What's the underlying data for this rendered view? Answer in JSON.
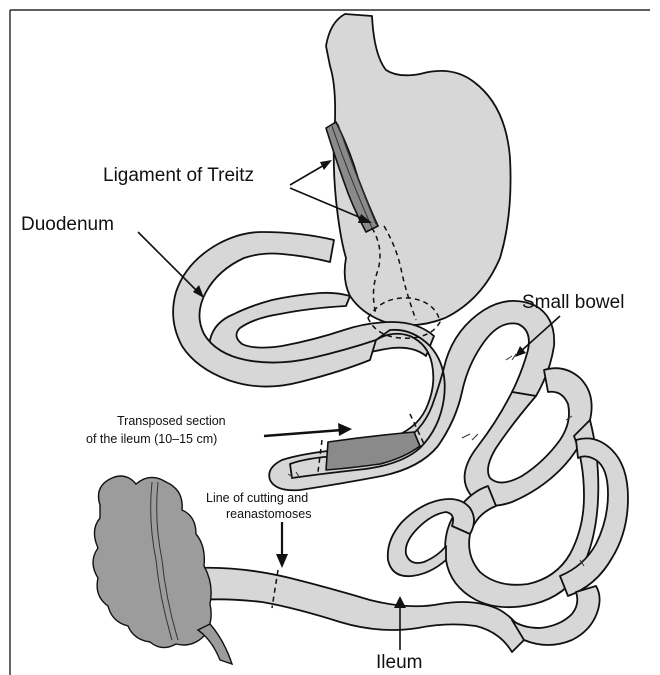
{
  "labels": {
    "ligament": "Ligament of Treitz",
    "duodenum": "Duodenum",
    "small_bowel": "Small bowel",
    "transposed_line1": "Transposed section",
    "transposed_line2": "of the ileum (10–15 cm)",
    "cutting_line1": "Line of cutting and",
    "cutting_line2": "reanastomoses",
    "ileum": "Ileum"
  },
  "colors": {
    "organ_fill": "#d7d7d7",
    "transposed_fill": "#8a8a8a",
    "colon_fill": "#8a8a8a",
    "outline": "#111111"
  }
}
